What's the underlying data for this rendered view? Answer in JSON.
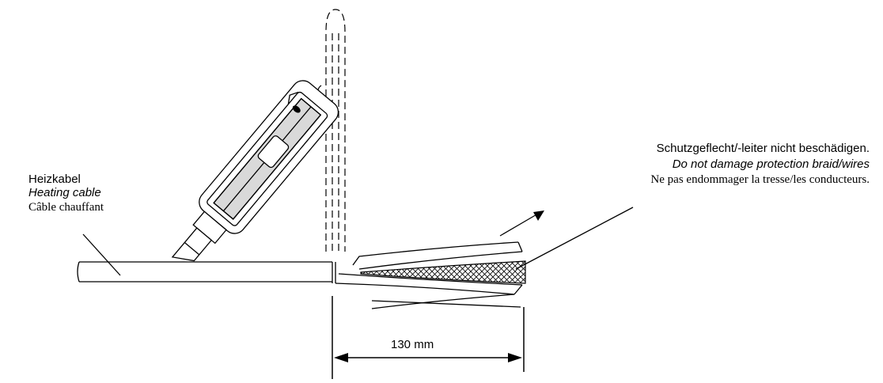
{
  "left_label": {
    "de": "Heizkabel",
    "en": "Heating cable",
    "fr": "Câble chauffant"
  },
  "right_label": {
    "de": "Schutzgeflecht/-leiter nicht beschädigen.",
    "en": "Do not damage protection braid/wires",
    "fr": "Ne pas endommager la tresse/les conducteurs."
  },
  "dimension": {
    "text": "130 mm"
  },
  "icons": {
    "knife": "utility-knife-icon",
    "arrow": "direction-arrow-icon"
  }
}
